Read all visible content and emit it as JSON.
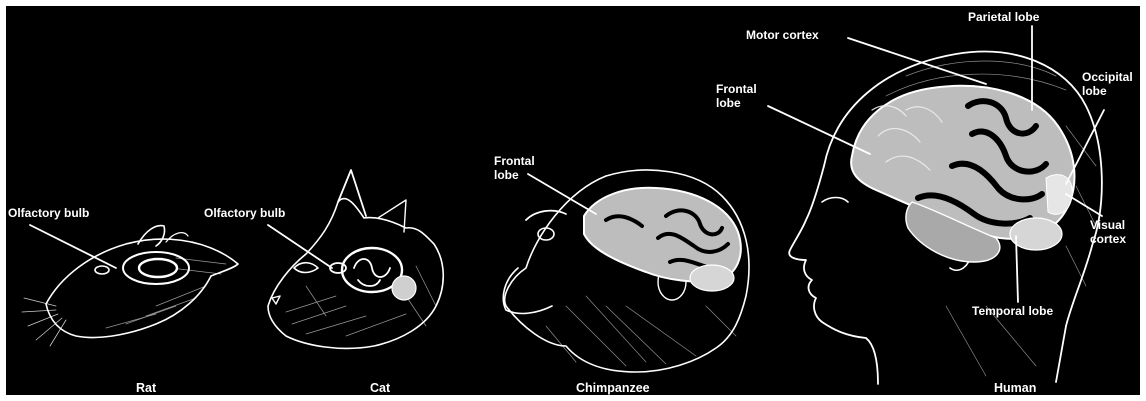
{
  "colors": {
    "background": "#000000",
    "outline": "#ffffff",
    "brain_fill": "#bdbdbd",
    "cerebellum_fill": "#d6d6d6"
  },
  "species": {
    "rat": {
      "caption": "Rat",
      "labels": {
        "olfactory_bulb": "Olfactory bulb"
      }
    },
    "cat": {
      "caption": "Cat",
      "labels": {
        "olfactory_bulb": "Olfactory bulb"
      }
    },
    "chimpanzee": {
      "caption": "Chimpanzee",
      "labels": {
        "frontal_lobe": "Frontal\nlobe"
      }
    },
    "human": {
      "caption": "Human",
      "labels": {
        "motor_cortex": "Motor cortex",
        "frontal_lobe": "Frontal\nlobe",
        "parietal_lobe": "Parietal lobe",
        "occipital_lobe": "Occipital\nlobe",
        "visual_cortex": "Visual\ncortex",
        "temporal_lobe": "Temporal lobe"
      }
    }
  }
}
